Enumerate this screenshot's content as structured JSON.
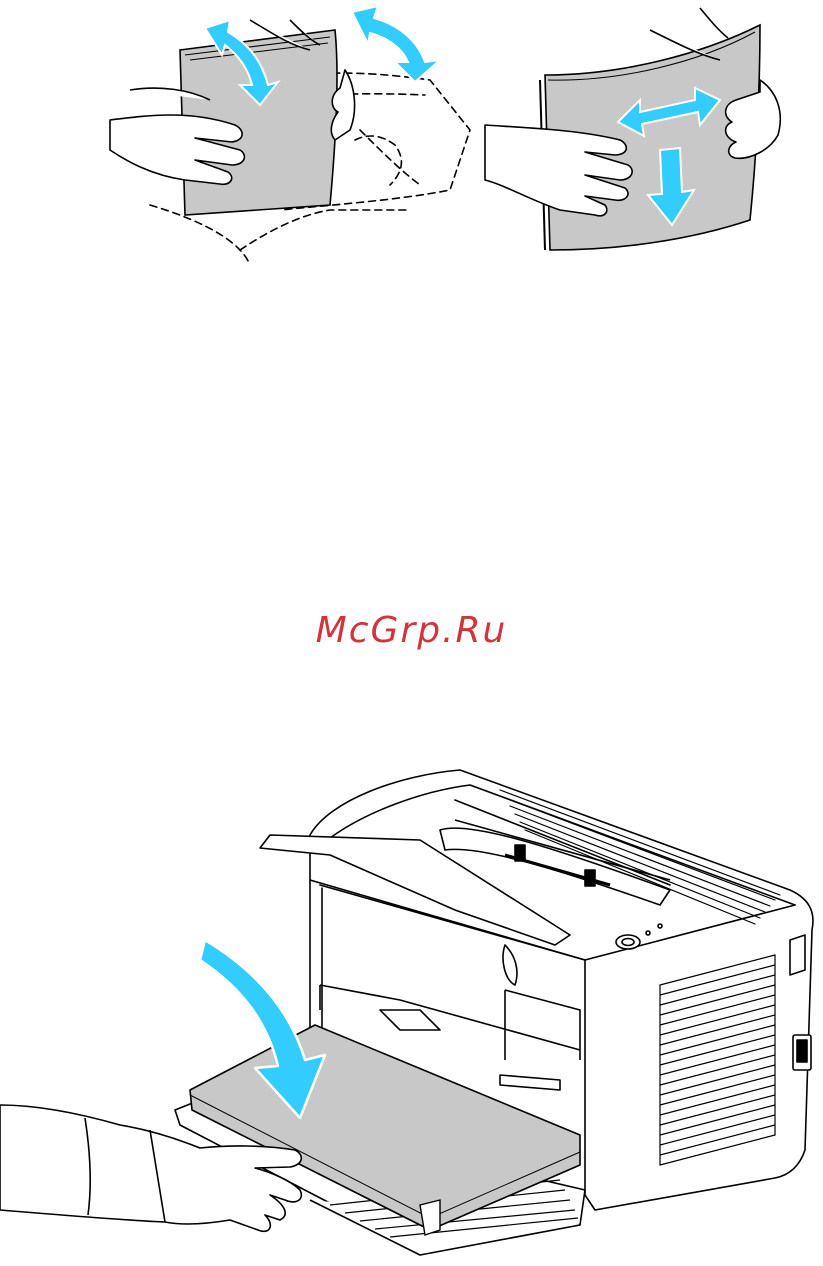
{
  "watermark": {
    "text": "McGrp.Ru",
    "color": "#d1343b"
  },
  "illustrations": {
    "paper_fan": {
      "icon": "paper-fanning-illustration",
      "arrow_color": "#33ccff",
      "paper_color": "#c8c8c8"
    },
    "paper_load": {
      "icon": "printer-paper-loading-illustration",
      "arrow_color": "#33ccff",
      "paper_color": "#c8c8c8"
    }
  }
}
